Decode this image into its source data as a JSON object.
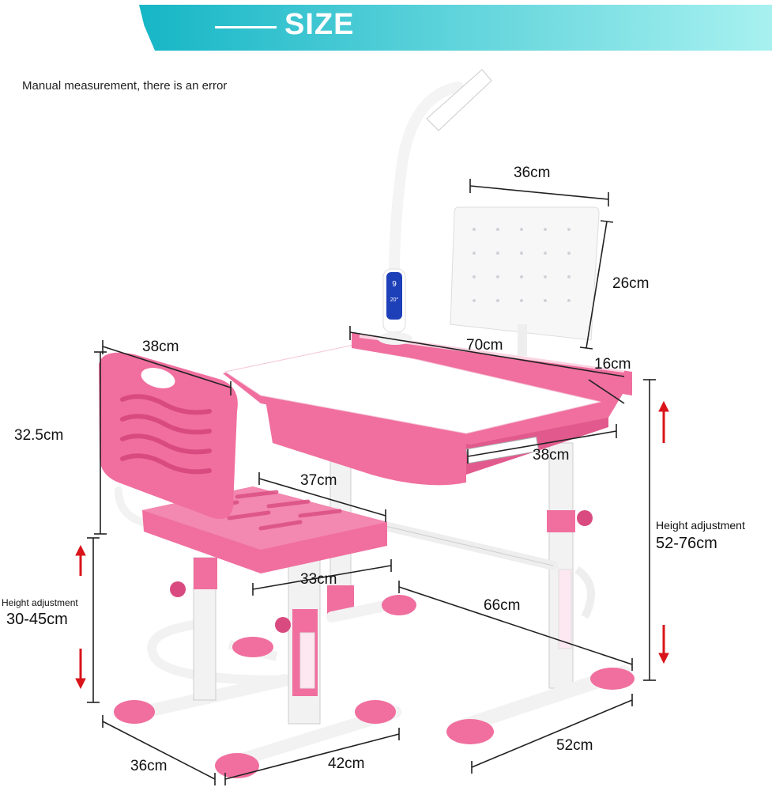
{
  "banner": {
    "title": "SIZE",
    "gradient_start": "#16b6c6",
    "gradient_end": "#a8f1f0"
  },
  "note": "Manual measurement, there is an error",
  "colors": {
    "pink": "#f06f9e",
    "pink_dark": "#d94b80",
    "white_frame": "#f2f2f2",
    "dim_line": "#222222",
    "arrow_red": "#d9141a"
  },
  "dimensions": {
    "bookstand_width": "36cm",
    "bookstand_height": "26cm",
    "desk_width": "70cm",
    "desk_shelf_depth": "16cm",
    "drawer_width": "38cm",
    "chair_back_width": "38cm",
    "chair_back_height": "32.5cm",
    "seat_depth": "37cm",
    "seat_width": "33cm",
    "desk_depth": "66cm",
    "desk_base_width": "52cm",
    "chair_base_depth": "36cm",
    "chair_base_width": "42cm"
  },
  "height_adjustment": {
    "label": "Height adjustment",
    "chair_range": "30-45cm",
    "desk_range": "52-76cm"
  },
  "lamp": {
    "display_top": "9",
    "display_mid": "20°"
  }
}
